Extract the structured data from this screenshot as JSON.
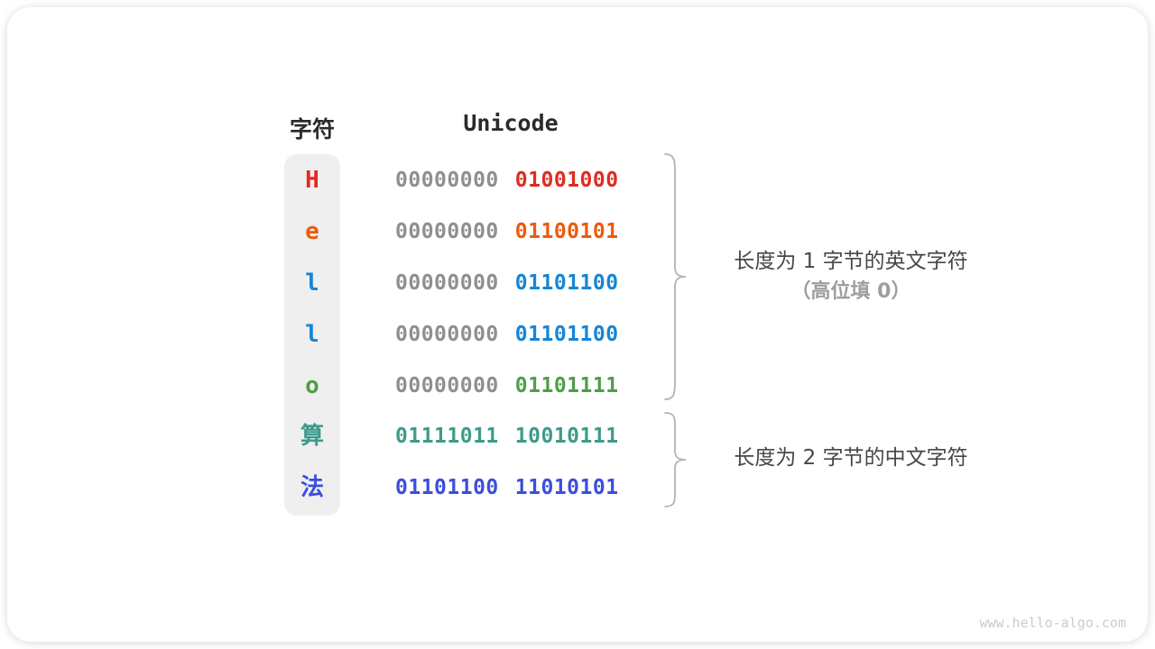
{
  "header": {
    "char_col": "字符",
    "unicode_col": "Unicode"
  },
  "rows": [
    {
      "char": "H",
      "color": "#e02b20",
      "byte1": "00000000",
      "byte1_color": "#8f8f8f",
      "byte2": "01001000"
    },
    {
      "char": "e",
      "color": "#ee5a0d",
      "byte1": "00000000",
      "byte1_color": "#8f8f8f",
      "byte2": "01100101"
    },
    {
      "char": "l",
      "color": "#1585d5",
      "byte1": "00000000",
      "byte1_color": "#8f8f8f",
      "byte2": "01101100"
    },
    {
      "char": "l",
      "color": "#1585d5",
      "byte1": "00000000",
      "byte1_color": "#8f8f8f",
      "byte2": "01101100"
    },
    {
      "char": "o",
      "color": "#4f9e48",
      "byte1": "00000000",
      "byte1_color": "#8f8f8f",
      "byte2": "01101111"
    },
    {
      "char": "算",
      "color": "#3f9a8b",
      "byte1": "01111011",
      "byte1_color": "#3f9a8b",
      "byte2": "10010111"
    },
    {
      "char": "法",
      "color": "#3b4ede",
      "byte1": "01101100",
      "byte1_color": "#3b4ede",
      "byte2": "11010101"
    }
  ],
  "annotations": {
    "group1_line1": "长度为 1 字节的英文字符",
    "group1_line2": "（高位填 0）",
    "group2_line1": "长度为 2 字节的中文字符"
  },
  "watermark": "www.hello-algo.com",
  "colors": {
    "gray_prefix": "#8f8f8f",
    "char_box_bg": "#efefef",
    "brace_stroke": "#b3b3b3",
    "annotation_dark": "#474747",
    "annotation_gray": "#9e9e9e"
  }
}
